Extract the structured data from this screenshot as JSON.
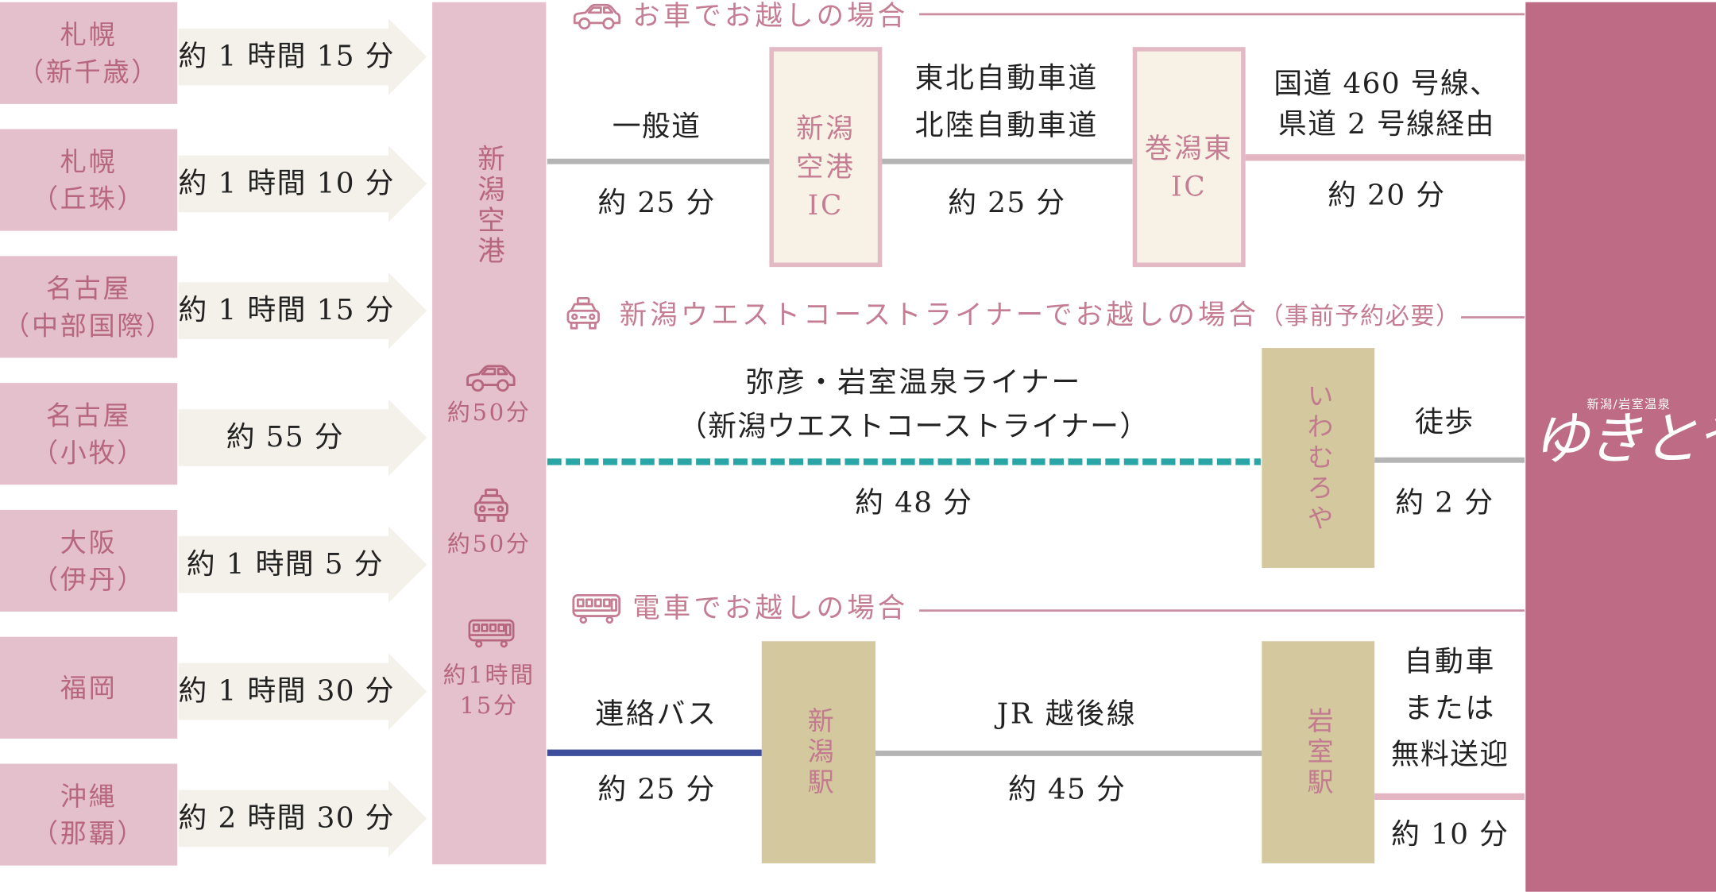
{
  "origins": [
    {
      "city": "札幌",
      "airport": "（新千歳）",
      "flight_time": "約 1 時間 15 分"
    },
    {
      "city": "札幌",
      "airport": "（丘珠）",
      "flight_time": "約 1 時間 10 分"
    },
    {
      "city": "名古屋",
      "airport": "（中部国際）",
      "flight_time": "約 1 時間 15 分"
    },
    {
      "city": "名古屋",
      "airport": "（小牧）",
      "flight_time": "約 55 分"
    },
    {
      "city": "大阪",
      "airport": "（伊丹）",
      "flight_time": "約 1 時間 5 分"
    },
    {
      "city": "福岡",
      "flight_time": "約 1 時間 30 分"
    },
    {
      "city": "沖縄",
      "airport": "（那覇）",
      "flight_time": "約 2 時間 30 分"
    }
  ],
  "airport": {
    "name": "新潟空港",
    "car_time": "約50分",
    "liner_time": "約50分",
    "train_time_lines": [
      "約1時間",
      "15分"
    ]
  },
  "car_route": {
    "heading": "お車でお越しの場合",
    "leg1": {
      "road": "一般道",
      "time": "約 25 分"
    },
    "ic1_lines": [
      "新潟",
      "空港",
      "IC"
    ],
    "leg2": {
      "road_lines": [
        "東北自動車道",
        "北陸自動車道"
      ],
      "time": "約 25 分"
    },
    "ic2_lines": [
      "巻潟東",
      "IC"
    ],
    "leg3": {
      "road_lines": [
        "国道 460 号線、",
        "県道 2 号線経由"
      ],
      "time": "約 20 分"
    }
  },
  "liner_route": {
    "heading": "新潟ウエストコーストライナーでお越しの場合",
    "heading_note": "（事前予約必要）",
    "leg1": {
      "name_lines": [
        "弥彦・岩室温泉ライナー",
        "（新潟ウエストコーストライナー）"
      ],
      "time": "約 48 分"
    },
    "stop": "いわむろや",
    "leg2": {
      "mode": "徒歩",
      "time": "約 2 分"
    }
  },
  "train_route": {
    "heading": "電車でお越しの場合",
    "leg1": {
      "mode": "連絡バス",
      "time": "約 25 分"
    },
    "stop1": "新潟駅",
    "leg2": {
      "mode": "JR 越後線",
      "time": "約 45 分"
    },
    "stop2": "岩室駅",
    "leg3": {
      "mode_lines": [
        "自動車",
        "または",
        "無料送迎"
      ],
      "time": "約 10 分"
    }
  },
  "destination": {
    "area": "新潟/岩室温泉",
    "logo": "ゆきとや"
  },
  "icons": {
    "car_heading": "car-icon",
    "liner_heading": "taxi-icon",
    "train_heading": "train-icon",
    "airport_car": "car-icon",
    "airport_liner": "taxi-icon",
    "airport_train": "train-icon"
  },
  "colors": {
    "origin_box": "#e3c0cb",
    "origin_text": "#b7667f",
    "arrow": "#f3f1e9",
    "airport_column": "#e4c1cc",
    "destination_box": "#be6b85",
    "heading": "#c47d93",
    "heading_line": "#c98ea0",
    "road_gray": "#b4b4b4",
    "pink_route": "#e3b4c2",
    "liner_teal": "#2aa5a6",
    "bus_navy": "#3c4e9c",
    "ic_fill": "#f7f1e6",
    "ic_border": "#e3b9c5",
    "khaki_box": "#d4c89f",
    "khaki_text": "#c27a8f",
    "text_dark": "#222222"
  }
}
